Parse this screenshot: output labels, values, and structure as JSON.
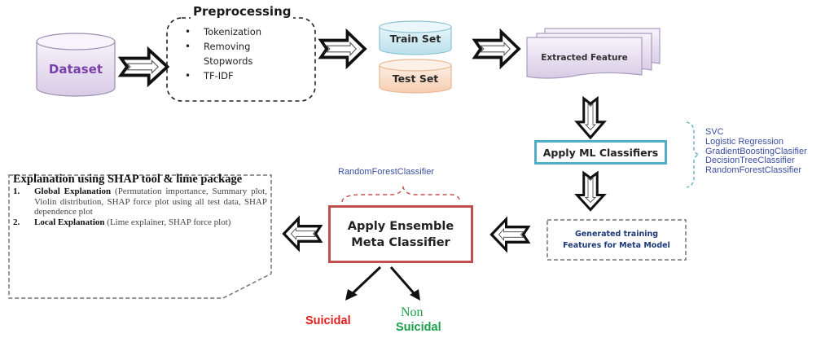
{
  "diagram": {
    "title": "Suicidal ideation detection pipeline",
    "nodes": {
      "dataset": {
        "label": "Dataset",
        "shape": "cylinder",
        "color": "#7a3fa8",
        "fill": "#e6dcef"
      },
      "preprocessing": {
        "title": "Preprocessing",
        "items": [
          "Tokenization",
          "Removing",
          "Stopwords",
          "TF-IDF"
        ],
        "bullets": [
          true,
          true,
          false,
          true
        ]
      },
      "train_set": {
        "label": "Train Set",
        "fill": "#cbe8f0"
      },
      "test_set": {
        "label": "Test Set",
        "fill": "#f9d9c3"
      },
      "extracted_feature": {
        "label": "Extracted Feature",
        "fill": "#e4dced"
      },
      "apply_ml": {
        "label": "Apply ML Classifiers",
        "border_color": "#4faec4"
      },
      "classifiers": [
        "SVC",
        "Logistic Regression",
        "GradientBoostingClasifier",
        "DecisionTreeClassifier",
        "RandomForestClassifier"
      ],
      "generated_features": {
        "line1": "Generated training",
        "line2": "Features for Meta Model"
      },
      "meta_classifier": {
        "line1": "Apply Ensemble",
        "line2": "Meta Classifier",
        "border_color": "#c0504d"
      },
      "meta_model_name": "RandomForestClassifier",
      "explanation": {
        "title": "Explanation using SHAP tool & lime package",
        "items": [
          {
            "num": "1.",
            "bold": "Global Explanation",
            "text": " (Permutation importance, Summary plot, Violin distribution, SHAP force plot using all test data, SHAP dependence plot"
          },
          {
            "num": "2.",
            "bold": "Local Explanation",
            "text": " (Lime explainer, SHAP force plot)"
          }
        ]
      },
      "outputs": {
        "suicidal": "Suicidal",
        "non_line1": "Non",
        "non_line2": "Suicidal",
        "suicidal_color": "#e0201c",
        "non_suicidal_color": "#1aa04a"
      }
    }
  }
}
